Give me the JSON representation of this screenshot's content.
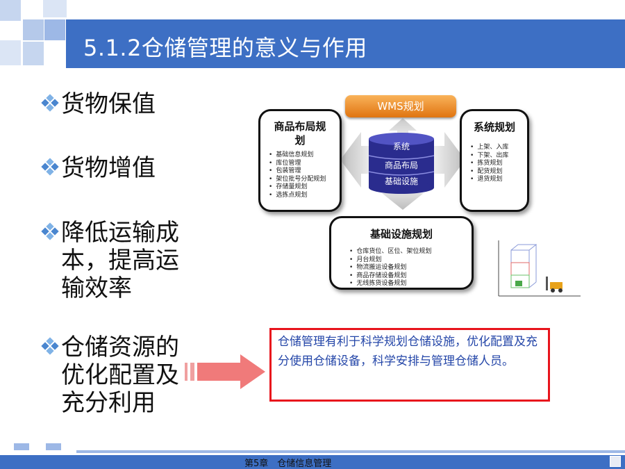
{
  "title": "5.1.2仓储管理的意义与作用",
  "bullets": [
    "货物保值",
    "货物增值",
    "降低运输成本，提高运输效率",
    "仓储资源的优化配置及充分利用"
  ],
  "diagram": {
    "wms_label": "WMS规划",
    "left_box": {
      "title": "商品布局规划",
      "items": [
        "基础信息规划",
        "库位管理",
        "包装管理",
        "架位批号分配规划",
        "存储量规划",
        "选拣点规划"
      ]
    },
    "right_box": {
      "title": "系统规划",
      "items": [
        "上架、入库",
        "下架、出库",
        "拣货规划",
        "配货规划",
        "退货规划"
      ]
    },
    "bottom_box": {
      "title": "基础设施规划",
      "items": [
        "仓库货位、区位、架位规划",
        "月台规划",
        "物流搬运设备规划",
        "商品存储设备规划",
        "无线拣货设备规划"
      ]
    },
    "cylinder": [
      "系统",
      "商品布局",
      "基础设施"
    ]
  },
  "callout": "仓储管理有利于科学规划仓储设施，优化配置及充分使用仓储设备，科学安排与管理仓储人员。",
  "footer": "第5章　仓储信息管理",
  "colors": {
    "title_bar": "#3d6fc4",
    "accent_red": "#e8141c",
    "callout_text": "#2446a8",
    "wms_orange": "#f08a1c",
    "cylinder_blue": "#2a2c8e"
  }
}
